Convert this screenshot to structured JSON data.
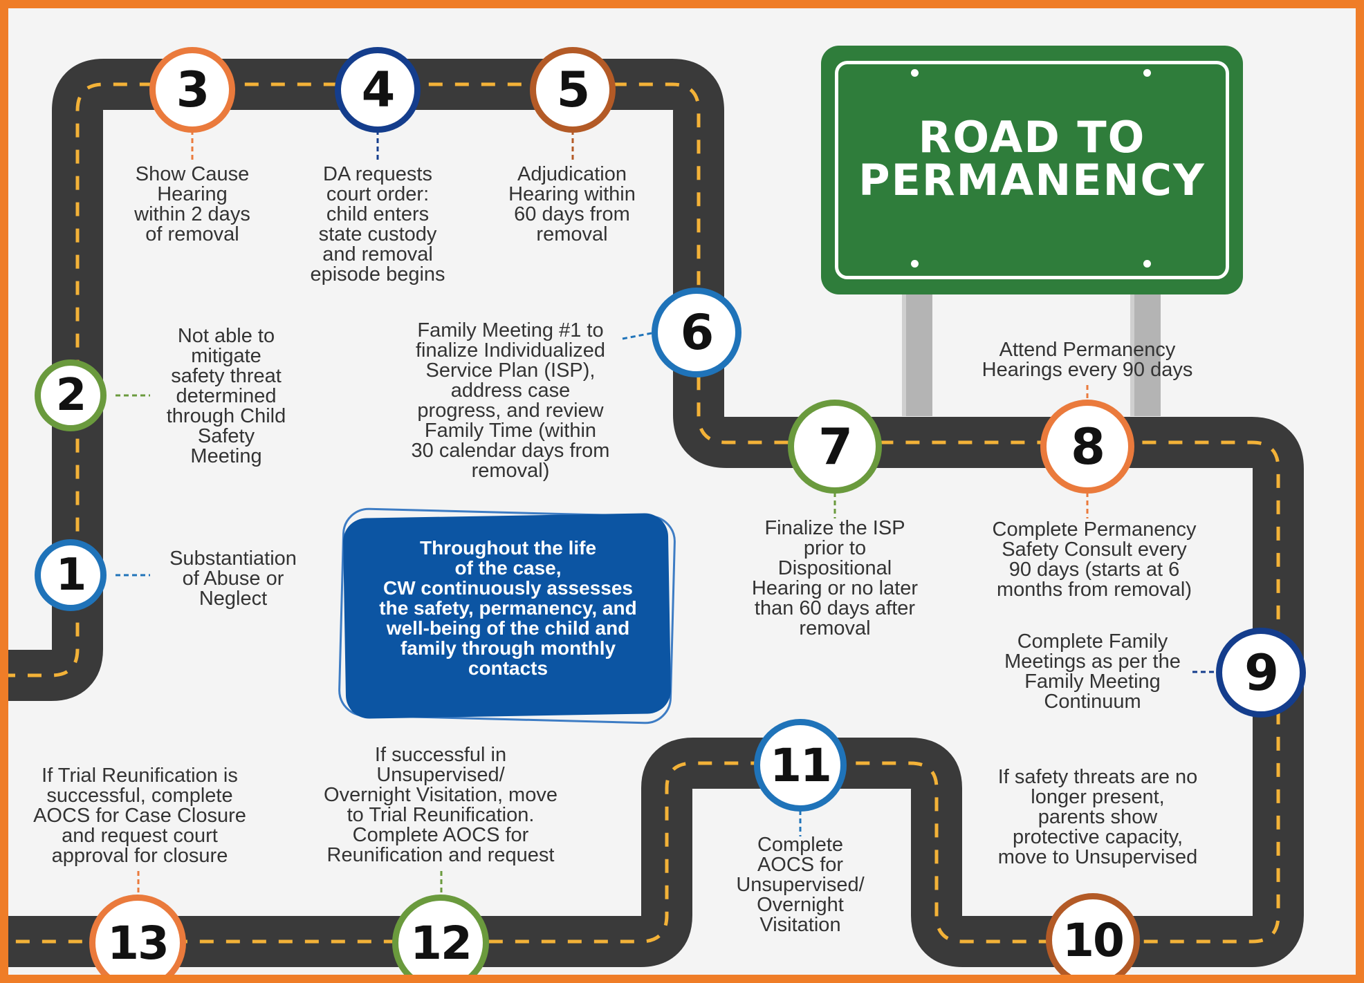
{
  "sign": {
    "lines": [
      "ROAD TO",
      "PERMANENCY"
    ]
  },
  "note": {
    "lines": [
      "Throughout the life",
      "of the case,",
      "CW continuously assesses",
      "the safety, permanency, and",
      "well-being of the child and",
      "family through monthly",
      "contacts"
    ]
  },
  "colors": {
    "border": "#ef7d28",
    "road": "#3a3a3a",
    "dash": "#f3b238",
    "sign_green": "#2f7d3b",
    "note_blue": "#0c55a3",
    "ring_blue": "#1f73b9",
    "ring_navy": "#143d8c",
    "ring_orange": "#ea7a3c",
    "ring_brown": "#b35a26",
    "ring_green": "#6a9a3d"
  },
  "steps": [
    {
      "num": "1",
      "ring": "#1f73b9",
      "lines": [
        "Substantiation",
        "of Abuse or",
        "Neglect"
      ]
    },
    {
      "num": "2",
      "ring": "#6a9a3d",
      "lines": [
        "Not able to",
        "mitigate",
        "safety threat",
        "determined",
        "through Child",
        "Safety",
        "Meeting"
      ]
    },
    {
      "num": "3",
      "ring": "#ea7a3c",
      "lines": [
        "Show Cause",
        "Hearing",
        "within 2 days",
        "of removal"
      ]
    },
    {
      "num": "4",
      "ring": "#143d8c",
      "lines": [
        "DA requests",
        "court order:",
        "child enters",
        "state custody",
        "and removal",
        "episode begins"
      ]
    },
    {
      "num": "5",
      "ring": "#b35a26",
      "lines": [
        "Adjudication",
        "Hearing within",
        "60 days from",
        "removal"
      ]
    },
    {
      "num": "6",
      "ring": "#1f73b9",
      "lines": [
        "Family Meeting #1 to",
        "finalize Individualized",
        "Service Plan (ISP),",
        "address case",
        "progress, and review",
        "Family Time (within",
        "30 calendar days from",
        "removal)"
      ]
    },
    {
      "num": "7",
      "ring": "#6a9a3d",
      "lines": [
        "Finalize the ISP",
        "prior to",
        "Dispositional",
        "Hearing or no later",
        "than 60 days after",
        "removal"
      ]
    },
    {
      "num": "8",
      "ring": "#ea7a3c",
      "lines": [
        "Attend Permanency",
        "Hearings every 90 days"
      ],
      "lines2": [
        "Complete Permanency",
        "Safety Consult every",
        "90 days (starts at 6",
        "months from removal)"
      ]
    },
    {
      "num": "9",
      "ring": "#143d8c",
      "lines": [
        "Complete Family",
        "Meetings as per the",
        "Family Meeting",
        "Continuum"
      ]
    },
    {
      "num": "10",
      "ring": "#b35a26",
      "lines": [
        "If safety threats are no",
        "longer present,",
        "parents show",
        "protective capacity,",
        "move to Unsupervised"
      ]
    },
    {
      "num": "11",
      "ring": "#1f73b9",
      "lines": [
        "Complete",
        "AOCS for",
        "Unsupervised/",
        "Overnight",
        "Visitation"
      ]
    },
    {
      "num": "12",
      "ring": "#6a9a3d",
      "lines": [
        "If successful in",
        "Unsupervised/",
        "Overnight Visitation, move",
        "to Trial Reunification.",
        "Complete AOCS for",
        "Reunification and request"
      ]
    },
    {
      "num": "13",
      "ring": "#ea7a3c",
      "lines": [
        "If Trial Reunification is",
        "successful, complete",
        "AOCS for Case Closure",
        "and request court",
        "approval for closure"
      ]
    }
  ]
}
